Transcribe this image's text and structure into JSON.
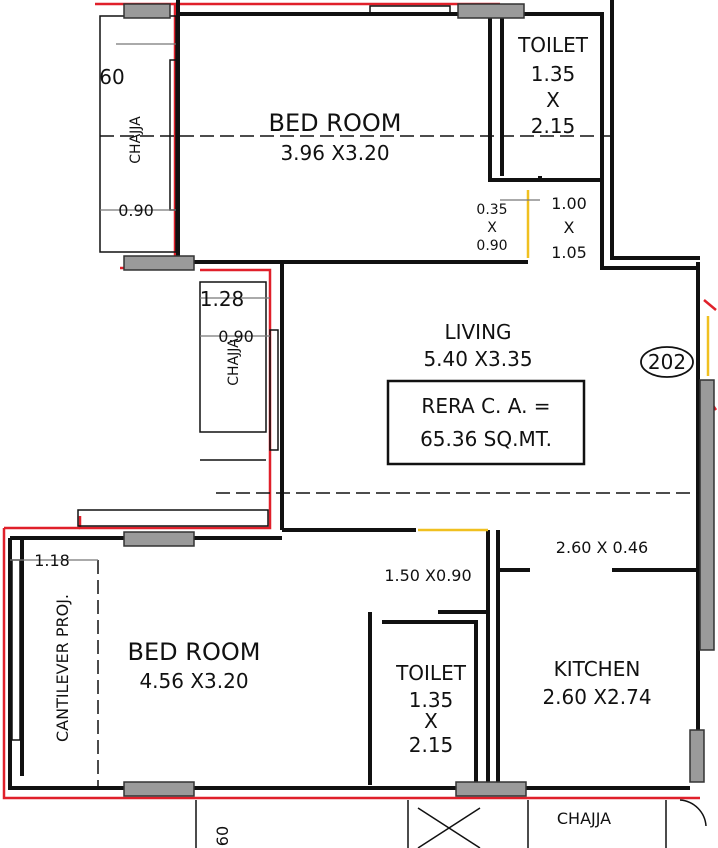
{
  "rooms": {
    "bedroom1": {
      "name": "BED ROOM",
      "size": "3.96 X3.20"
    },
    "toilet1": {
      "name": "TOILET",
      "w": "1.35",
      "x": "X",
      "h": "2.15"
    },
    "living": {
      "name": "LIVING",
      "size": "5.40 X3.35"
    },
    "bedroom2": {
      "name": "BED ROOM",
      "size": "4.56 X3.20"
    },
    "toilet2": {
      "name": "TOILET",
      "w": "1.35",
      "x": "X",
      "h": "2.15"
    },
    "kitchen": {
      "name": "KITCHEN",
      "size": "2.60 X2.74"
    }
  },
  "labels": {
    "chajja_top": "CHAJJA",
    "chajja_mid": "CHAJJA",
    "chajja_bottom": "CHAJJA",
    "cantilever": "CANTILEVER PROJ.",
    "dim_60": "60",
    "dim_060_bottom": "60",
    "dim_090_top": "0.90",
    "dim_128": "1.28",
    "dim_090_mid": "0.90",
    "dim_118": "1.18",
    "passage_w": "0.35",
    "passage_x": "X",
    "passage_h": "0.90",
    "wash_w": "1.00",
    "wash_x": "X",
    "wash_h": "1.05",
    "opening_150": "1.50 X0.90",
    "opening_260": "2.60 X 0.46",
    "unit_number": "202"
  },
  "rera": {
    "line1": "RERA C. A. =",
    "line2": "65.36 SQ.MT."
  }
}
